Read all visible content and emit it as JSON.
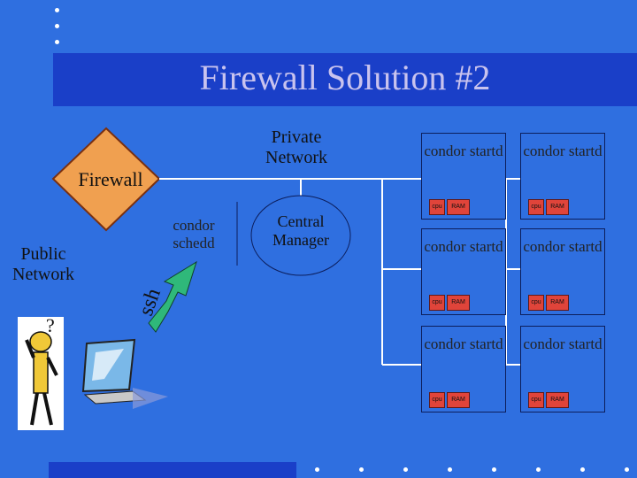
{
  "title": "Firewall Solution #2",
  "labels": {
    "firewall": "Firewall",
    "private_network": "Private Network",
    "public_network": "Public Network",
    "schedd": "condor schedd",
    "central_manager": "Central Manager",
    "ssh": "ssh",
    "question_mark": "?"
  },
  "nodes": [
    {
      "name": "condor startd",
      "cpu": "cpu",
      "ram": "RAM"
    },
    {
      "name": "condor startd",
      "cpu": "cpu",
      "ram": "RAM"
    },
    {
      "name": "condor startd",
      "cpu": "cpu",
      "ram": "RAM"
    },
    {
      "name": "condor startd",
      "cpu": "cpu",
      "ram": "RAM"
    },
    {
      "name": "condor startd",
      "cpu": "cpu",
      "ram": "RAM"
    },
    {
      "name": "condor startd",
      "cpu": "cpu",
      "ram": "RAM"
    }
  ],
  "colors": {
    "background": "#2f6fe0",
    "title_bar": "#1a3fc8",
    "firewall": "#f0a050",
    "ssh_arrow": "#2fb87a"
  }
}
